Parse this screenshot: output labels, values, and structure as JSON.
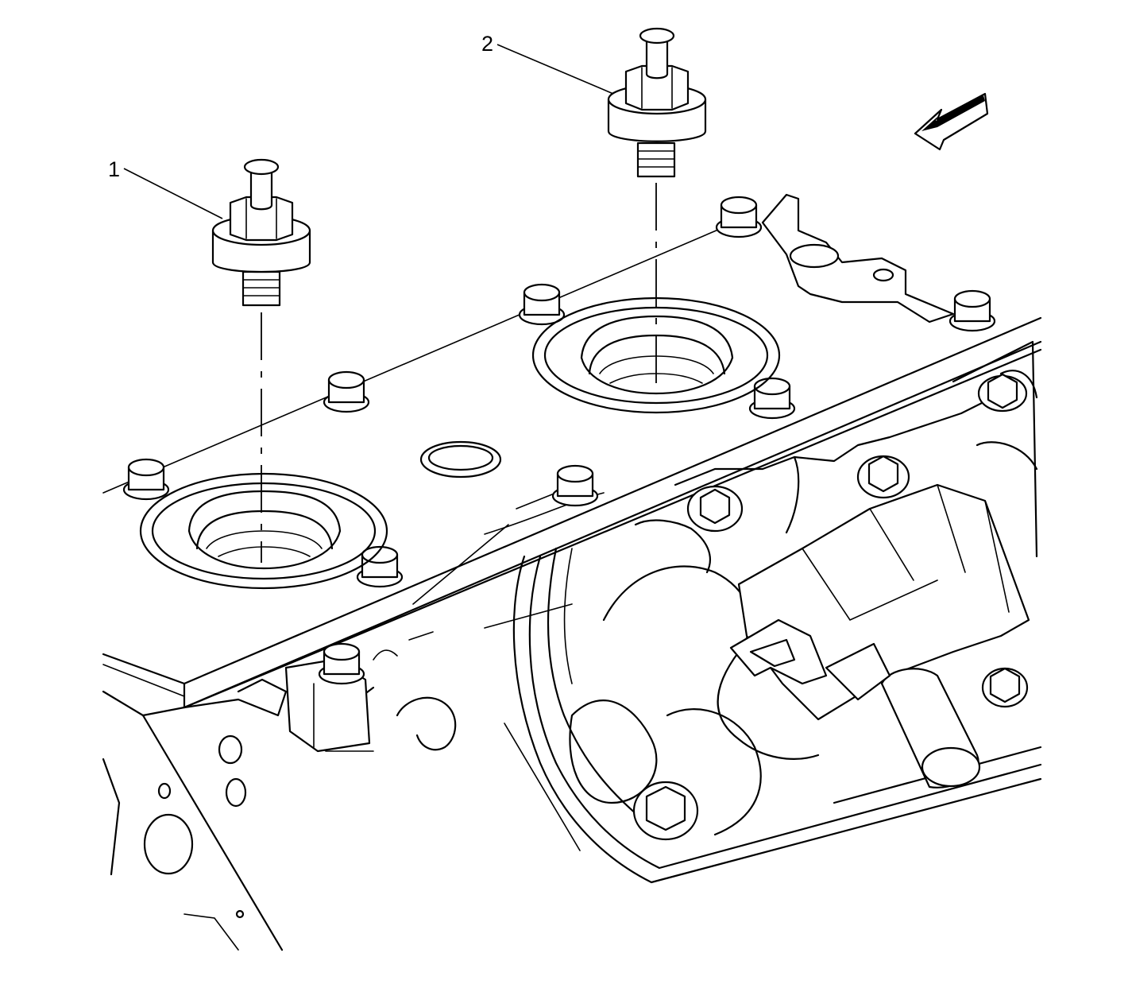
{
  "diagram": {
    "callouts": [
      {
        "id": 1,
        "label": "1"
      },
      {
        "id": 2,
        "label": "2"
      }
    ],
    "direction_arrow_icon": "front-direction-arrow-icon"
  }
}
